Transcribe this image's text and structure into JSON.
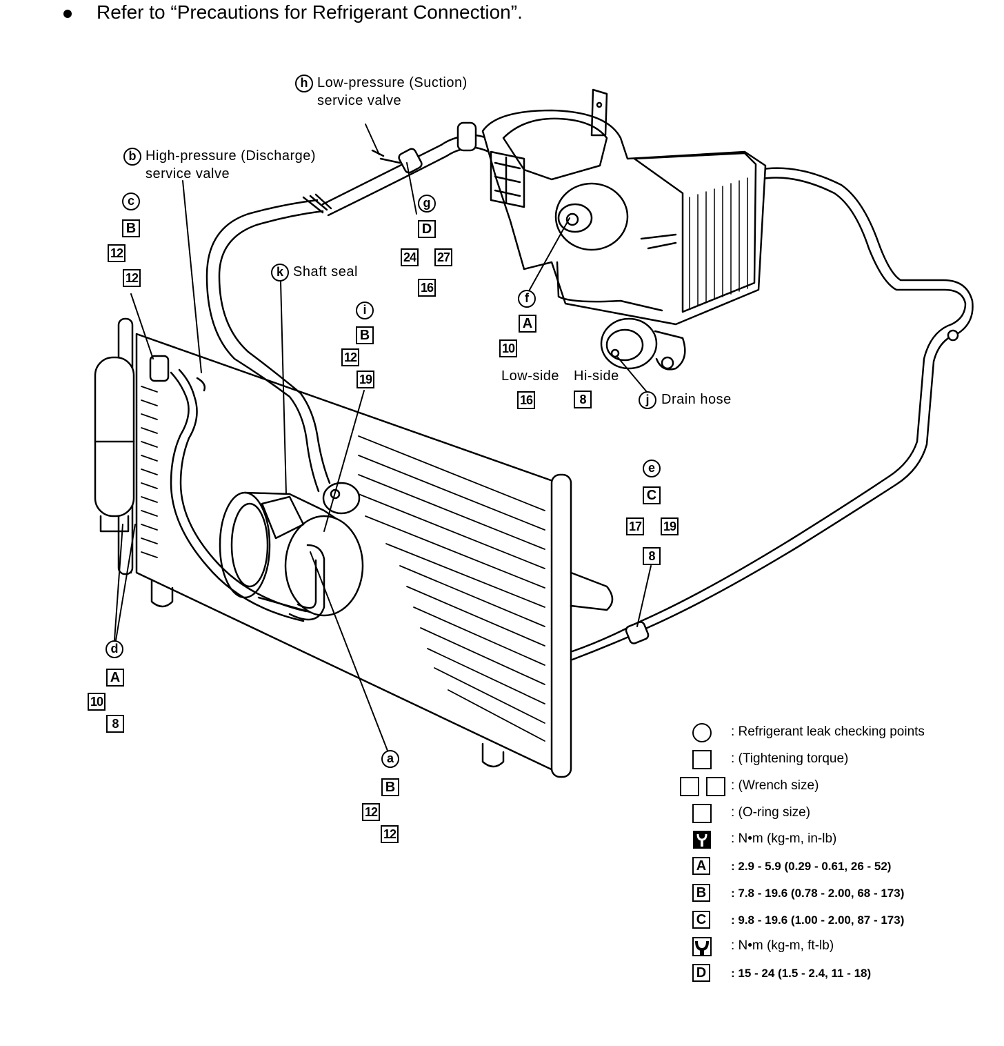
{
  "note": "Refer to “Precautions for Refrigerant  Connection”.",
  "labels": {
    "h_text1": "Low-pressure (Suction)",
    "h_text2": "service valve",
    "b_text1": "High-pressure (Discharge)",
    "b_text2": "service valve",
    "k_text": "Shaft seal",
    "j_text": "Drain hose",
    "low_side": "Low-side",
    "hi_side": "Hi-side"
  },
  "callouts": {
    "a": "a",
    "b": "b",
    "c": "c",
    "d": "d",
    "e": "e",
    "f": "f",
    "g": "g",
    "h": "h",
    "i": "i",
    "j": "j",
    "k": "k"
  },
  "torque_codes": {
    "A": "A",
    "B": "B",
    "C": "C",
    "D": "D"
  },
  "sizes": {
    "s8": "8",
    "s10": "10",
    "s12": "12",
    "s16": "16",
    "s17": "17",
    "s19": "19",
    "s24": "24",
    "s27": "27"
  },
  "legend": {
    "leak": ": Refrigerant leak checking points",
    "torque": ": (Tightening torque)",
    "wrench": ": (Wrench size)",
    "oring": ": (O-ring size)",
    "unit_inlb": ":  N•m  (kg-m,  in-lb)",
    "A": ":  2.9 - 5.9 (0.29 - 0.61, 26 - 52)",
    "B": ":  7.8 - 19.6 (0.78 - 2.00, 68 - 173)",
    "C": ":  9.8 - 19.6 (1.00 - 2.00, 87 - 173)",
    "unit_ftlb": ":  N•m  (kg-m,  ft-lb)",
    "D": ":  15 - 24 (1.5 - 2.4, 11 - 18)"
  }
}
